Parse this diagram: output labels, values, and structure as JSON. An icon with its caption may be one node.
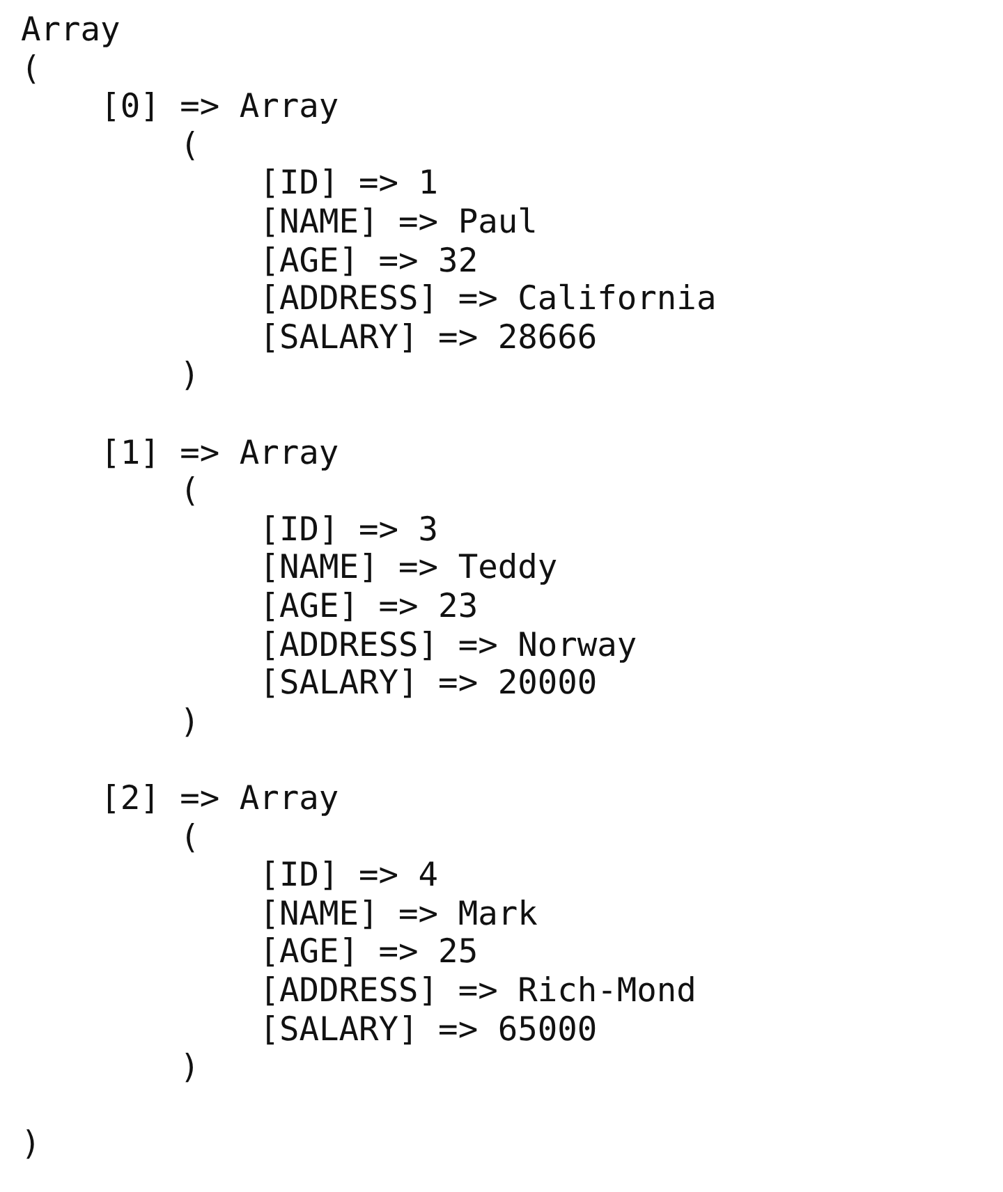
{
  "diagram": {
    "labels": [
      "Array",
      "(",
      "[0] => Array",
      "(",
      "[ID] => 1",
      "[NAME] => Paul",
      "[AGE] => 32",
      "[ADDRESS] => California",
      "[SALARY] => 28666",
      ")",
      "[1] => Array",
      "(",
      "[ID] => 3",
      "[NAME] => Teddy",
      "[AGE] => 23",
      "[ADDRESS] => Norway",
      "[SALARY] => 20000",
      ")",
      "[2] => Array",
      "(",
      "[ID] => 4",
      "[NAME] => Mark",
      "[AGE] => 25",
      "[ADDRESS] => Rich-Mond",
      "[SALARY] => 65000",
      ")",
      ")"
    ]
  }
}
